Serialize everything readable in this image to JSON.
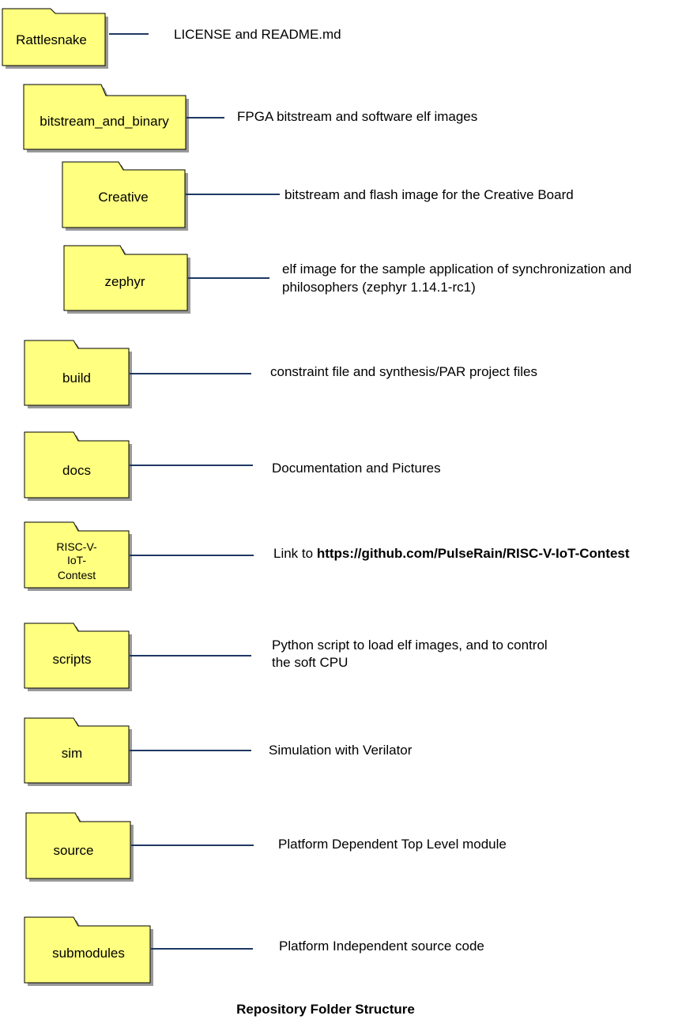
{
  "title": "Repository Folder Structure",
  "colors": {
    "folder_fill": "#ffff80",
    "folder_stroke": "#000000",
    "shadow": "#9a9a9a",
    "connector": "#1f3864"
  },
  "folders": [
    {
      "name": "Rattlesnake",
      "desc": "LICENSE and README.md"
    },
    {
      "name": "bitstream_and_binary",
      "desc": "FPGA bitstream and software elf images"
    },
    {
      "name": "Creative",
      "desc": "bitstream and flash image for the Creative Board"
    },
    {
      "name": "zephyr",
      "desc_lines": [
        "elf image for the sample application of synchronization and",
        "philosophers (zephyr 1.14.1-rc1)"
      ]
    },
    {
      "name": "build",
      "desc": "constraint file and synthesis/PAR project files"
    },
    {
      "name": "docs",
      "desc": "Documentation and Pictures"
    },
    {
      "name_lines": [
        "RISC-V-",
        "IoT-",
        "Contest"
      ],
      "desc_prefix": "Link to ",
      "desc_link": "https://github.com/PulseRain/RISC-V-IoT-Contest"
    },
    {
      "name": "scripts",
      "desc_lines": [
        "Python script to load elf images, and to control",
        "the soft CPU"
      ]
    },
    {
      "name": "sim",
      "desc": "Simulation with Verilator"
    },
    {
      "name": "source",
      "desc": "Platform Dependent Top Level module"
    },
    {
      "name": "submodules",
      "desc": "Platform Independent source code"
    }
  ]
}
